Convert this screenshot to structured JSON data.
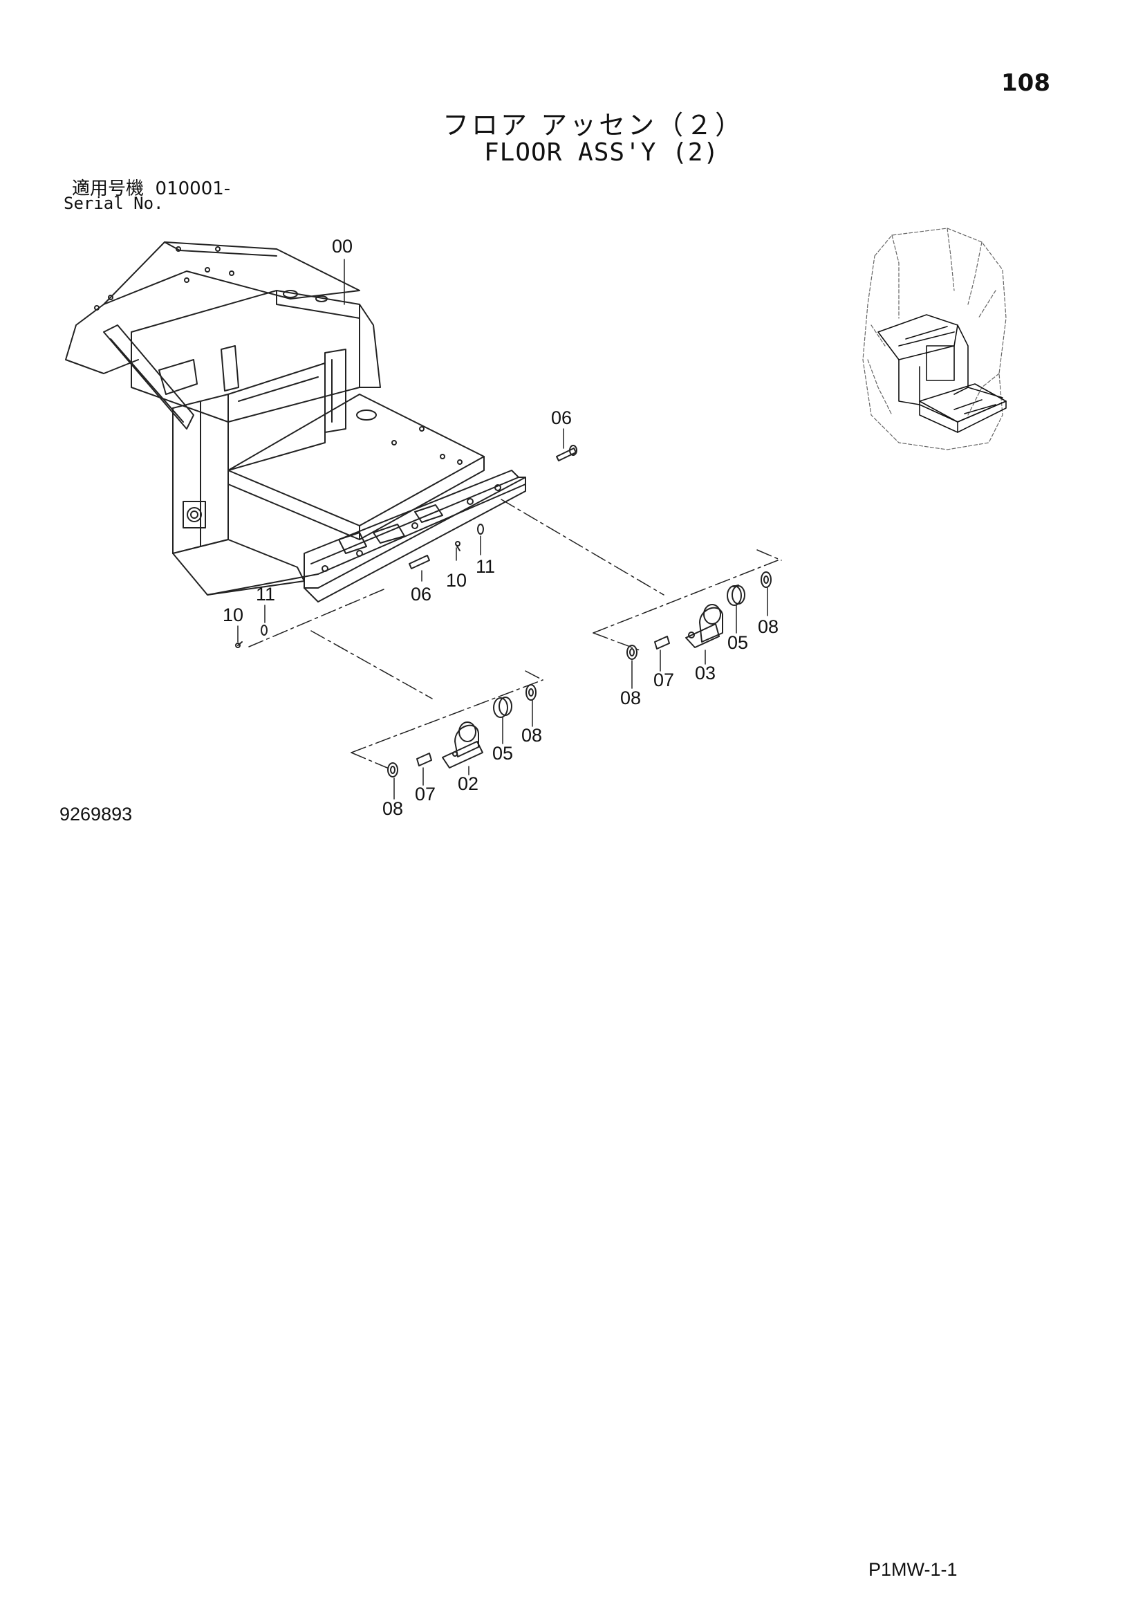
{
  "header": {
    "page_number": "108",
    "title_jp": "フロア アッセン（２）",
    "title_en": "FLOOR ASS'Y (2)",
    "serial_label_jp": "適用号機",
    "serial_value": "010001-",
    "serial_label_en": "Serial No."
  },
  "callouts": [
    {
      "id": "c00",
      "label": "00"
    },
    {
      "id": "c06a",
      "label": "06"
    },
    {
      "id": "c06b",
      "label": "06"
    },
    {
      "id": "c10a",
      "label": "10"
    },
    {
      "id": "c11a",
      "label": "11"
    },
    {
      "id": "c10b",
      "label": "10"
    },
    {
      "id": "c11b",
      "label": "11"
    },
    {
      "id": "c08a",
      "label": "08"
    },
    {
      "id": "c05a",
      "label": "05"
    },
    {
      "id": "c03",
      "label": "03"
    },
    {
      "id": "c07a",
      "label": "07"
    },
    {
      "id": "c08b",
      "label": "08"
    },
    {
      "id": "c08c",
      "label": "08"
    },
    {
      "id": "c05b",
      "label": "05"
    },
    {
      "id": "c02",
      "label": "02"
    },
    {
      "id": "c07b",
      "label": "07"
    },
    {
      "id": "c08d",
      "label": "08"
    }
  ],
  "footer": {
    "drawing_number": "9269893",
    "page_code": "P1MW-1-1"
  }
}
